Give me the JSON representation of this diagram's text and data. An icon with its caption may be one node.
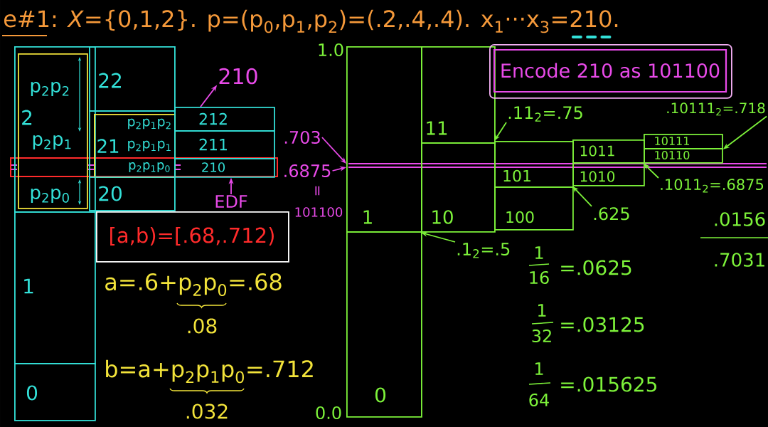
{
  "diagram": {
    "title": "e#1: *X*={0,1,2}. p=(p$_{0}$,p$_{1}$,p$_{2}$)=(.2,.4,.4). x$_{1}$···x$_{3}$=210.",
    "nodes": [
      {
        "text": [],
        "shape": "box"
      },
      {
        "text": [
          "p$_{2}$p$_{2}$",
          "2",
          "p$_{2}$p$_{1}$",
          "p$_{2}$p$_{0}$"
        ],
        "in": 0
      },
      {
        "text": [
          "1"
        ]
      },
      {
        "text": [
          "0"
        ]
      },
      {
        "text": [
          "22"
        ]
      },
      {
        "text": [],
        "shape": "box"
      },
      {
        "text": [
          "p$_{2}$p$_{1}$p$_{2}$",
          "21",
          "p$_{2}$p$_{1}$p$_{1}$",
          "p$_{2}$p$_{1}$p$_{0}$"
        ],
        "in": 5
      },
      {
        "text": [
          "20"
        ]
      },
      {
        "text": [
          "212"
        ]
      },
      {
        "text": [
          "211"
        ]
      },
      {
        "text": [
          "210"
        ]
      },
      {
        "text": [
          "210"
        ]
      },
      {
        "text": [
          "EDF"
        ]
      },
      {
        "text": [
          ".703"
        ]
      },
      {
        "text": [
          ".6875"
        ]
      },
      {
        "text": [
          "[a,b)=[.68,.712)"
        ]
      },
      {
        "text": [
          "1"
        ]
      },
      {
        "text": [
          "0"
        ]
      },
      {
        "text": [
          "11"
        ]
      },
      {
        "text": [
          "10"
        ]
      },
      {
        "text": [
          "101"
        ]
      },
      {
        "text": [
          "100"
        ]
      },
      {
        "text": [
          "1011"
        ]
      },
      {
        "text": [
          "1010"
        ]
      },
      {
        "text": [
          "10111"
        ]
      },
      {
        "text": [
          "10110"
        ]
      },
      {
        "text": [
          "Encode 210 as 101100"
        ]
      },
      {
        "text": [
          ".11$_{2}$=.75"
        ]
      },
      {
        "text": [
          ".1$_{2}$=.5"
        ]
      },
      {
        "text": [
          ".625"
        ]
      },
      {
        "text": [
          ".1011$_{2}$=.6875"
        ]
      },
      {
        "text": [
          ".10111$_{2}$=.718"
        ]
      }
    ],
    "edges": [
      {
        "from": 8,
        "to": 11,
        "arrow": "to",
        "color": "#e84ae8"
      },
      {
        "from": 12,
        "to": 10,
        "arrow": "to",
        "color": "#e84ae8"
      },
      {
        "from": 13,
        "to": 16,
        "arrow": "to",
        "color": "#e84ae8"
      },
      {
        "from": 14,
        "to": 16,
        "arrow": "to",
        "color": "#e84ae8"
      },
      {
        "from": 27,
        "to": 20,
        "arrow": "to"
      },
      {
        "from": 28,
        "to": 19,
        "arrow": "to"
      },
      {
        "from": 29,
        "to": 23,
        "arrow": "to"
      },
      {
        "from": 30,
        "to": 25,
        "arrow": "to"
      },
      {
        "from": 31,
        "to": 24,
        "arrow": "to"
      }
    ],
    "labels": [
      "=",
      "101100",
      "a=.6+p$_{2}$p$_{0}$=.68",
      ".08",
      "b=a+p$_{2}$p$_{1}$p$_{0}$=.712",
      ".032",
      "1.0",
      "0.0",
      "1",
      "16",
      "=.0625",
      "1",
      "32",
      "=.03125",
      "1",
      "64",
      "=.015625",
      ".0156",
      ".7031"
    ]
  }
}
